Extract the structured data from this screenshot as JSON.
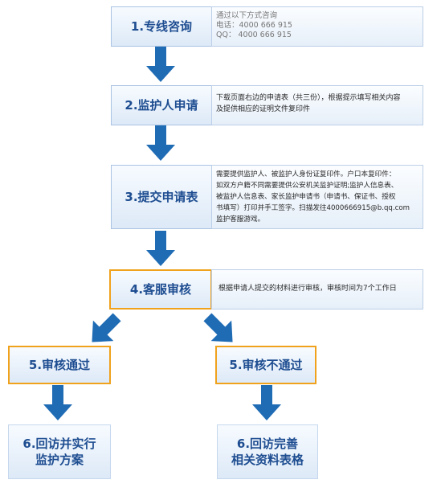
{
  "steps": {
    "s1": {
      "label": "1.专线咨询"
    },
    "s2": {
      "label": "2.监护人申请"
    },
    "s3": {
      "label": "3.提交申请表"
    },
    "s4": {
      "label": "4.客服审核"
    },
    "s5a": {
      "label": "5.审核通过"
    },
    "s5b": {
      "label": "5.审核不通过"
    },
    "s6a": {
      "line1": "6.回访并实行",
      "line2": "监护方案"
    },
    "s6b": {
      "line1": "6.回访完善",
      "line2": "相关资料表格"
    }
  },
  "descriptions": {
    "d1": {
      "lines": [
        "通过以下方式咨询",
        "电话：4000 666 915",
        "QQ： 4000 666 915"
      ]
    },
    "d2": {
      "lines": [
        "下载页面右边的申请表（共三份），根据提示填写相关内容",
        "及提供相应的证明文件复印件"
      ]
    },
    "d3": {
      "lines": [
        "需要提供监护人、被监护人身份证复印件。户口本复印件：",
        "如双方户籍不同需要提供公安机关监护证明;监护人信息表、",
        "被监护人信息表、家长监护申请书（申请书、保证书、授权",
        "书填写）打印并手工签字。扫描发往4000666915@b.qq.com",
        "监护客服游戏。"
      ]
    },
    "d4": {
      "text": "根据申请人提交的材料进行审核，审核时间为7个工作日"
    }
  },
  "colors": {
    "arrow": "#1f6cb5",
    "stepText": "#1e4d91",
    "highlight": "#f0a21c",
    "border": "#a9c3e3"
  },
  "icons": {
    "arrow": "down-arrow-icon"
  }
}
